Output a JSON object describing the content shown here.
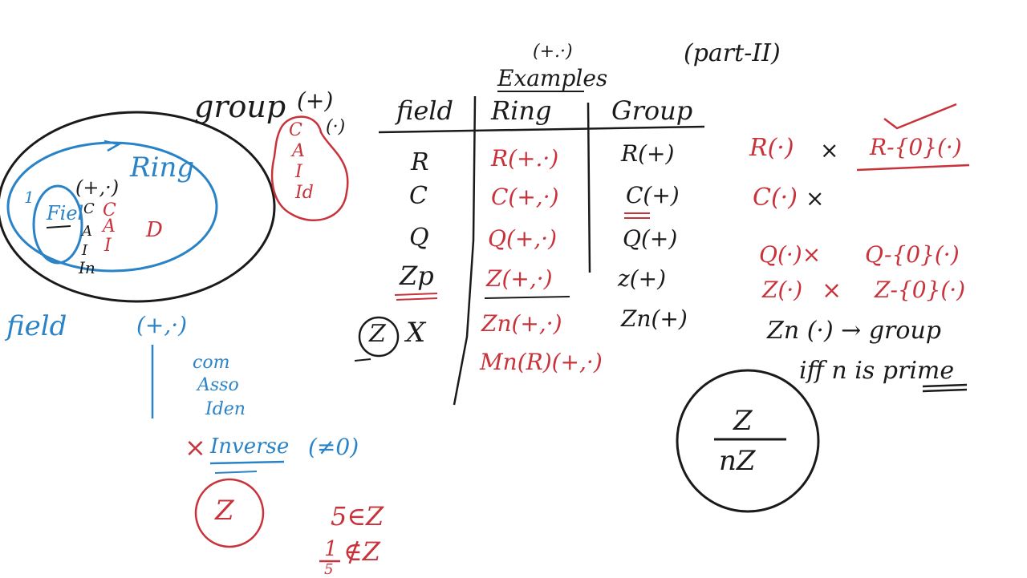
{
  "colors": {
    "black_ink": "#1a1a1a",
    "red_ink": "#c8323a",
    "blue_ink": "#2a83c6",
    "background": "#ffffff"
  },
  "header": {
    "ops": "(+.·)",
    "examples": "Examples",
    "part": "(part-II)"
  },
  "diagram": {
    "group_label": "group",
    "group_op_plus": "(+)",
    "group_op_dot": "(·)",
    "ring_label": "Ring",
    "ring_op": "(+,·)",
    "field_abbr": "Fiel",
    "one_mark": "1",
    "props_red": [
      "C",
      "A",
      "I"
    ],
    "d_label": "D",
    "props_black": [
      "C",
      "A",
      "I",
      "In"
    ],
    "cloud_props": [
      "C",
      "A",
      "I",
      "Id"
    ]
  },
  "table": {
    "headers": [
      "field",
      "Ring",
      "Group"
    ],
    "fields": [
      "R",
      "C",
      "Q",
      "Zp"
    ],
    "rings": [
      "R(+.·)",
      "C(+,·)",
      "Q(+,·)",
      "Z(+,·)",
      "Zn(+,·)",
      "Mn(R)(+,·)"
    ],
    "groups": [
      "R(+)",
      "C(+)",
      "Q(+)",
      "z(+)",
      "Zn(+)"
    ],
    "z_circle": "Z",
    "z_cross": "X"
  },
  "right_notes": {
    "r_dot": "R(·)",
    "x1": "×",
    "r_minus": "R-{0}(·)",
    "c_dot": "C(·)",
    "x2": "×",
    "q_dot": "Q(·)×",
    "q_minus": "Q-{0}(·)",
    "z_dot": "Z(·)",
    "x3": "×",
    "z_minus": "Z-{0}(·)",
    "zn_line": "Zn (·) → group",
    "iff_line": "iff n is prime",
    "frac_num": "Z",
    "frac_den": "nZ"
  },
  "field_notes": {
    "label": "field",
    "op": "(+,·)",
    "props": [
      "com",
      "Asso",
      "Iden"
    ],
    "cross": "×",
    "inverse": "Inverse",
    "inverse_cond": "(≠0)",
    "z_circle": "Z",
    "five_in_z": "5∈Z",
    "frac_num": "1",
    "frac_den": "5",
    "not_in_z": "∉Z"
  }
}
